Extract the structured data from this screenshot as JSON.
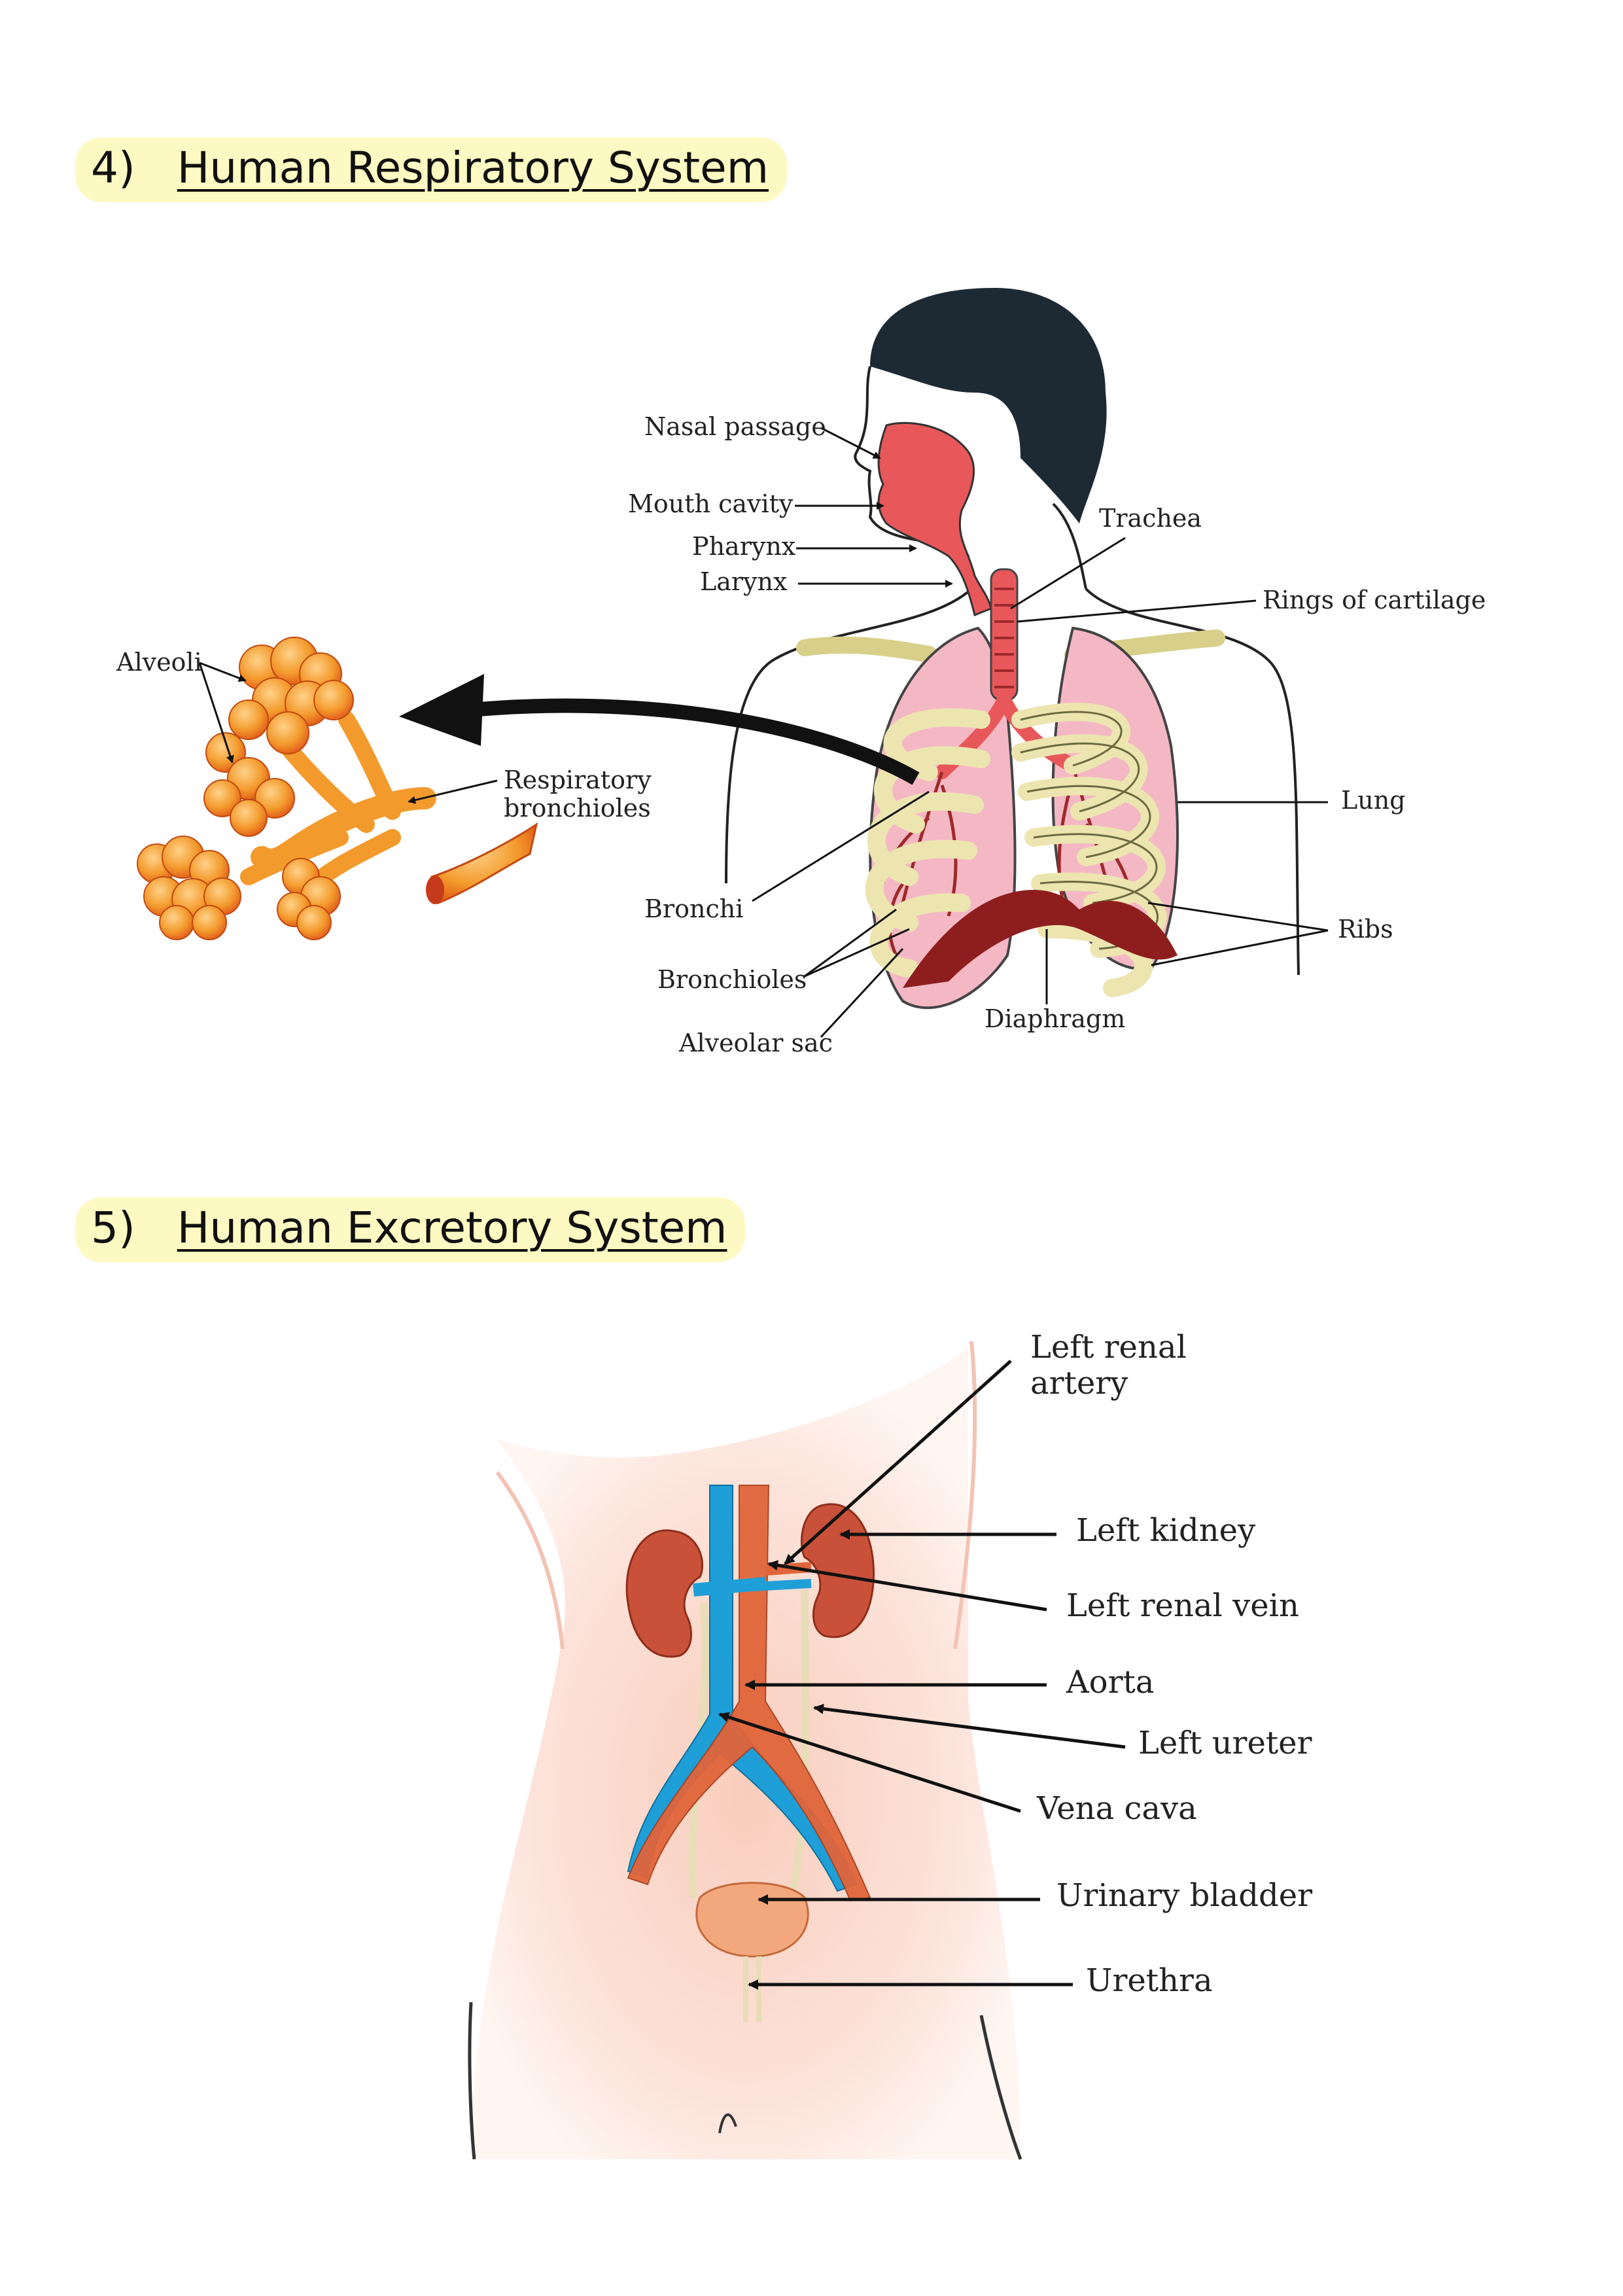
{
  "sections": [
    {
      "number": "4)",
      "title": "Human Respiratory System",
      "labels": {
        "nasal_passage": "Nasal passage",
        "mouth_cavity": "Mouth cavity",
        "pharynx": "Pharynx",
        "larynx": "Larynx",
        "trachea": "Trachea",
        "rings_of_cartilage": "Rings of cartilage",
        "lung": "Lung",
        "ribs": "Ribs",
        "diaphragm": "Diaphragm",
        "alveolar_sac": "Alveolar sac",
        "bronchioles": "Bronchioles",
        "bronchi": "Bronchi",
        "alveoli": "Alveoli",
        "respiratory_bronchioles_1": "Respiratory",
        "respiratory_bronchioles_2": "bronchioles"
      }
    },
    {
      "number": "5)",
      "title": "Human Excretory System",
      "labels": {
        "left_renal_artery_1": "Left renal",
        "left_renal_artery_2": "artery",
        "left_kidney": "Left kidney",
        "left_renal_vein": "Left renal vein",
        "aorta": "Aorta",
        "left_ureter": "Left ureter",
        "vena_cava": "Vena cava",
        "urinary_bladder": "Urinary bladder",
        "urethra": "Urethra"
      }
    }
  ],
  "colors": {
    "title_highlight": "#fdf9c2",
    "lung_pink": "#f4b8c4",
    "airway_red": "#e8585a",
    "rib_cream": "#ece5b0",
    "alveoli_orange": "#f39a2c",
    "aorta_orange": "#e0653a",
    "vena_cava_blue": "#1e9fd8",
    "kidney_red": "#c9513a",
    "skin_tint": "#fbd8cc"
  }
}
